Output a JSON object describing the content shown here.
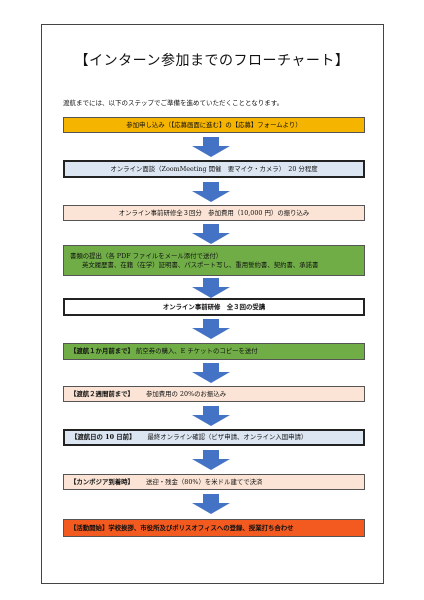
{
  "title": "【インターン参加までのフローチャート】",
  "intro": "渡航までには、以下のステップでご準備を進めていただくこととなります。",
  "colors": {
    "orange": "#f5b400",
    "lightblue": "#dce6f2",
    "peach": "#fbe4d5",
    "green": "#70ad47",
    "white": "#ffffff",
    "red": "#f25a1f",
    "arrow": "#4472c4"
  },
  "steps": [
    {
      "label": "参加申し込み（【応募画面に進む】の【応募】フォームより）"
    },
    {
      "label": "オンライン面談（ZoomMeeting 開催　要マイク・カメラ）　20 分程度"
    },
    {
      "label": "オンライン事前研修全３回分　参加費用（10,000 円）の振り込み"
    },
    {
      "line1": "書類の提出（各 PDF ファイルをメール添付で送付）",
      "line2": "英文履歴書、在籍（在学）証明書、パスポート写し、重用誓約書、契約書、承諾書"
    },
    {
      "label": "オンライン事前研修　全３回の受講"
    },
    {
      "prefix": "【渡航１か月前まで】",
      "label": "航空券の購入、E チケットのコピーを送付"
    },
    {
      "prefix": "【渡航２週間前まで】",
      "label": "参加費用の 20%のお振込み"
    },
    {
      "prefix": "【渡航日の 10 日前】",
      "label": "最終オンライン確認（ビザ申請、オンライン入国申請）"
    },
    {
      "prefix": "【カンボジア到着時】",
      "label": "送迎・残金（80%）を米ドル建てで決済"
    },
    {
      "label": "【活動開始】学校挨拶、市役所及びポリスオフィスへの登録、授業打ち合わせ"
    }
  ]
}
